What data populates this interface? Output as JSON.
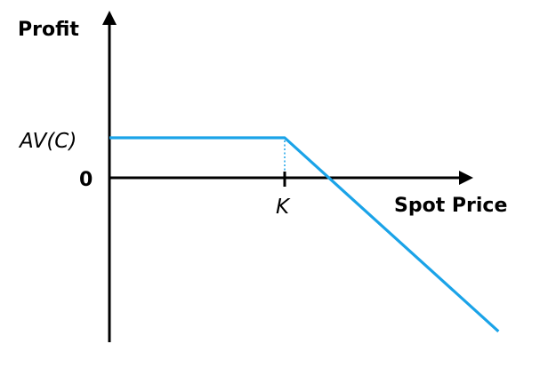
{
  "chart_data": {
    "type": "line",
    "title": "",
    "ylabel": "Profit",
    "xlabel": "Spot Price",
    "y_tick_labels": [
      "AV(C)",
      "0"
    ],
    "x_tick_labels": [
      "K"
    ],
    "series": [
      {
        "values_description_free": true,
        "points": [
          {
            "x": 0,
            "y": 1
          },
          {
            "x": 1,
            "y": 1
          },
          {
            "x": 2.22,
            "y": -3.84
          }
        ],
        "color": "#1aa3e8"
      }
    ],
    "xlim": [
      0,
      2.5
    ],
    "ylim": [
      -4.2,
      4.0
    ],
    "grid": false,
    "legend": "none"
  },
  "labels": {
    "y_axis": "Profit",
    "x_axis": "Spot Price",
    "y_tick_av": "AV(C)",
    "y_tick_zero": "0",
    "x_tick_k": "K"
  }
}
